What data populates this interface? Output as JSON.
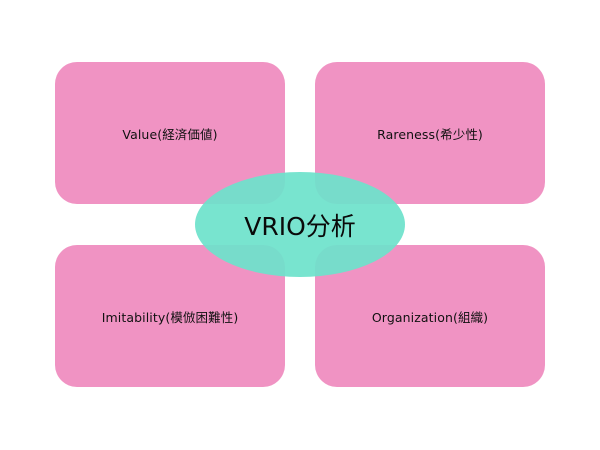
{
  "diagram": {
    "center": {
      "label": "VRIO分析",
      "color": "#72e0cc"
    },
    "quadrants": [
      {
        "label": "Value(経済価値)",
        "color": "#f093c3"
      },
      {
        "label": "Rareness(希少性)",
        "color": "#f093c3"
      },
      {
        "label": "Imitability(模倣困難性)",
        "color": "#f093c3"
      },
      {
        "label": "Organization(組織)",
        "color": "#f093c3"
      }
    ]
  }
}
